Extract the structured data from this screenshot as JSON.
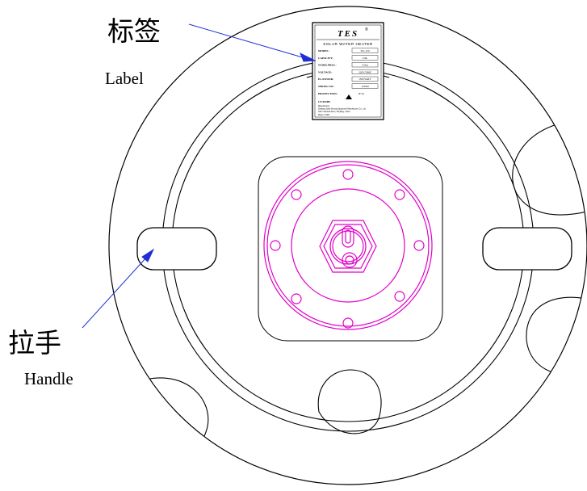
{
  "callouts": {
    "label_cn": "标签",
    "label_en": "Label",
    "handle_cn": "拉手",
    "handle_en": "Handle"
  },
  "nameplate": {
    "brand": "TES",
    "brand_mark": "®",
    "product": "SOLAR WATER HEATER",
    "rows": [
      {
        "key": "MODEL:",
        "value": "TS1-150"
      },
      {
        "key": "CAPACITY:",
        "value": "150L"
      },
      {
        "key": "WORK.PRES.:",
        "value": "3.5bar"
      },
      {
        "key": "VOLTAGE:",
        "value": "220V/50HZ"
      },
      {
        "key": "EL.POWER:",
        "value": "1500 WATT"
      },
      {
        "key": "SERIAL NO.:",
        "value": "123456"
      },
      {
        "key": "PROTECTION:",
        "value": "IP 44"
      }
    ],
    "cert": "CE ROHS",
    "manufacturer_lines": [
      "Manufacturer:",
      "Zhejiang Solar Energy Equipment Manufacture Co., Ltd.",
      "Add: Industrial Zone, Zhejiang, China",
      "Made in PRC"
    ]
  },
  "colors": {
    "line": "#000000",
    "callout": "#1f2fd6",
    "flange": "#e000c8"
  }
}
